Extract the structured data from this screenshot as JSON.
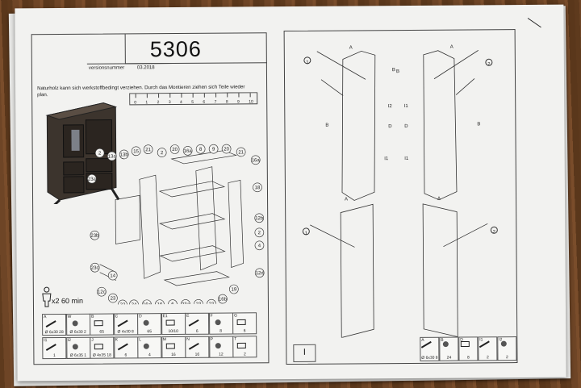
{
  "sheet": {
    "model_number": "5306",
    "version_label": "versionsnummer",
    "version_date": "03.2018",
    "note": "Naturholz kann sich werkstoffbedingt verziehen. Durch das Montieren ziehen sich Teile wieder plan.",
    "ruler_ticks": [
      "0",
      "1",
      "2",
      "3",
      "4",
      "5",
      "6",
      "7",
      "8",
      "9",
      "10"
    ],
    "assembly_time": "60 min",
    "people_count": "x2",
    "callouts_left": [
      "2",
      "13a",
      "13b",
      "15",
      "21",
      "2",
      "20",
      "16a",
      "8",
      "9",
      "20",
      "21",
      "16a",
      "23a",
      "18",
      "23b",
      "12b",
      "2",
      "4",
      "23c",
      "12d",
      "14",
      "12c",
      "23",
      "22",
      "24",
      "16a",
      "16",
      "6",
      "23a",
      "23",
      "23",
      "16b",
      "19"
    ],
    "step_number": "I",
    "right_labels": [
      "A",
      "A",
      "B",
      "B",
      "B",
      "B",
      "D",
      "D",
      "I2",
      "I1",
      "I1",
      "I1",
      "A",
      "A",
      "1",
      "2",
      "1",
      "2"
    ]
  },
  "parts_table": [
    {
      "id": "A",
      "qty": "28",
      "sub": "Ø 6x30"
    },
    {
      "id": "W",
      "qty": "2",
      "sub": "Ø 6x30"
    },
    {
      "id": "B",
      "qty": "65",
      "sub": ""
    },
    {
      "id": "C",
      "qty": "8",
      "sub": "Ø 4x30"
    },
    {
      "id": "D",
      "qty": "65",
      "sub": ""
    },
    {
      "id": "E1",
      "qty": "10/10",
      "sub": ""
    },
    {
      "id": "E",
      "qty": "6",
      "sub": ""
    },
    {
      "id": "F",
      "qty": "8",
      "sub": ""
    },
    {
      "id": "G",
      "qty": "6",
      "sub": ""
    },
    {
      "id": "I1",
      "qty": "1",
      "sub": ""
    },
    {
      "id": "I2",
      "qty": "1",
      "sub": "Ø 6x35"
    },
    {
      "id": "J",
      "qty": "18",
      "sub": "Ø 4x35"
    },
    {
      "id": "K",
      "qty": "6",
      "sub": ""
    },
    {
      "id": "L",
      "qty": "4",
      "sub": ""
    },
    {
      "id": "M",
      "qty": "16",
      "sub": ""
    },
    {
      "id": "N",
      "qty": "16",
      "sub": ""
    },
    {
      "id": "P",
      "qty": "12",
      "sub": ""
    },
    {
      "id": "T",
      "qty": "2",
      "sub": ""
    }
  ],
  "right_parts": [
    {
      "id": "A",
      "qty": "8",
      "sub": "Ø 6x30"
    },
    {
      "id": "B",
      "qty": "24",
      "sub": ""
    },
    {
      "id": "D",
      "qty": "8",
      "sub": ""
    },
    {
      "id": "I1",
      "qty": "2",
      "sub": ""
    },
    {
      "id": "I2",
      "qty": "2",
      "sub": ""
    }
  ]
}
